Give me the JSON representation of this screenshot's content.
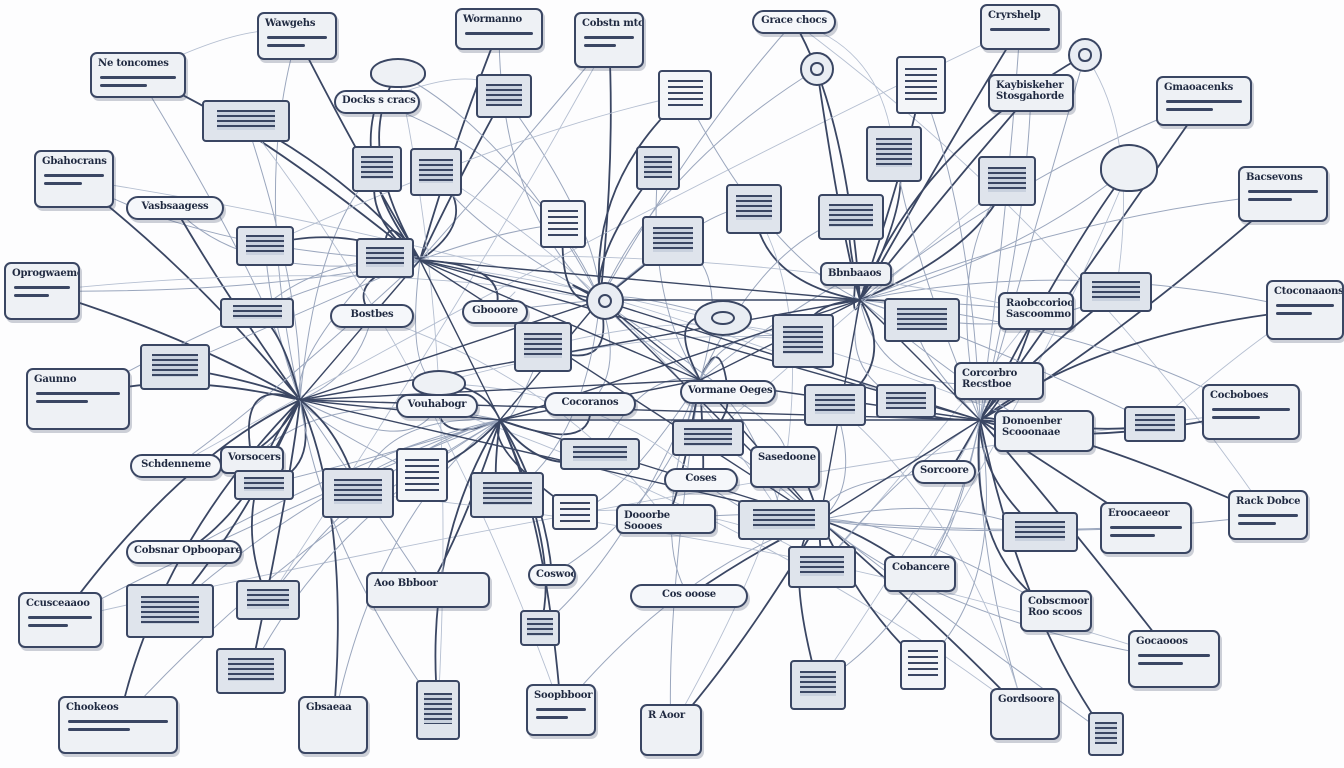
{
  "diagram": {
    "boxes": [
      {
        "key": "b1",
        "label": "Wawgehs",
        "lines": 2
      },
      {
        "key": "b2",
        "label": "Wormanno",
        "lines": 1
      },
      {
        "key": "b3",
        "label": "Cobstn mtcs",
        "lines": 2
      },
      {
        "key": "b4",
        "label": "Grace chocs",
        "lines": 0
      },
      {
        "key": "b5",
        "label": "Cryrshelp",
        "lines": 1
      },
      {
        "key": "b6",
        "label": "Ne toncomes",
        "lines": 2
      },
      {
        "key": "b7",
        "label": "Docks s cracs",
        "lines": 0
      },
      {
        "key": "b8",
        "label": "Kaybiskeher Stosgahorde",
        "lines": 0
      },
      {
        "key": "b9",
        "label": "Gmaoacenks",
        "lines": 2
      },
      {
        "key": "b10",
        "label": "Gbahocrans",
        "lines": 2
      },
      {
        "key": "b11",
        "label": "Vasbsaagess",
        "lines": 0
      },
      {
        "key": "b12",
        "label": "Bacsevons",
        "lines": 2
      },
      {
        "key": "b13",
        "label": "Oprogwaemes",
        "lines": 2
      },
      {
        "key": "b14",
        "label": "Ctoconaaons",
        "lines": 2
      },
      {
        "key": "b15",
        "label": "Bostbes",
        "lines": 0
      },
      {
        "key": "b16",
        "label": "Gbooore",
        "lines": 0
      },
      {
        "key": "b17",
        "label": "Bbnbaaos",
        "lines": 0
      },
      {
        "key": "b18",
        "label": "Gaunno",
        "lines": 2
      },
      {
        "key": "b19",
        "label": "Vouhabogr",
        "lines": 0
      },
      {
        "key": "b20",
        "label": "Cocoranos",
        "lines": 0
      },
      {
        "key": "b21",
        "label": "Vormane Oeges",
        "lines": 0
      },
      {
        "key": "b22",
        "label": "Donoenber Scooonaae",
        "lines": 0
      },
      {
        "key": "b23",
        "label": "Sorcoore",
        "lines": 0
      },
      {
        "key": "b24",
        "label": "Corcorbro Recstboe",
        "lines": 0
      },
      {
        "key": "b25",
        "label": "Raobccoriooo Sascoommo",
        "lines": 0
      },
      {
        "key": "b26",
        "label": "Cocboboes",
        "lines": 2
      },
      {
        "key": "b27",
        "label": "Rack Dobce",
        "lines": 2
      },
      {
        "key": "b28",
        "label": "Schdenneme",
        "lines": 0
      },
      {
        "key": "b29",
        "label": "Vorsocers",
        "lines": 0
      },
      {
        "key": "b30",
        "label": "Cobsnar Opboopare ri",
        "lines": 0
      },
      {
        "key": "b31",
        "label": "Ccusceaaoo",
        "lines": 2
      },
      {
        "key": "b32",
        "label": "Chookeos",
        "lines": 2
      },
      {
        "key": "b33",
        "label": "Gbsaeaa",
        "lines": 0
      },
      {
        "key": "b34",
        "label": "Soopbboor",
        "lines": 2
      },
      {
        "key": "b35",
        "label": "Gocaooos",
        "lines": 2
      },
      {
        "key": "b36",
        "label": "R Aoor",
        "lines": 0
      },
      {
        "key": "b37",
        "label": "Gordsoore",
        "lines": 0
      },
      {
        "key": "b38",
        "label": "Cobscmoor Roo scoos",
        "lines": 0
      },
      {
        "key": "b39",
        "label": "Eroocaeeor",
        "lines": 2
      },
      {
        "key": "b40",
        "label": "Cobancere",
        "lines": 0
      },
      {
        "key": "b41",
        "label": "Cos ooose",
        "lines": 0
      },
      {
        "key": "b42",
        "label": "Coswoooe",
        "lines": 0
      },
      {
        "key": "b43",
        "label": "Dooorbe Soooes",
        "lines": 0
      },
      {
        "key": "b44",
        "label": "Aoo Bbboor",
        "lines": 0
      },
      {
        "key": "b45",
        "label": "Coses",
        "lines": 0
      },
      {
        "key": "b46",
        "label": "Sasedoone",
        "lines": 0
      }
    ],
    "icon_names": [
      "window-icon",
      "gear-icon",
      "cloud-icon",
      "document-icon",
      "server-icon"
    ],
    "colors": {
      "ink": "#3a4663",
      "paper": "#eef1f5",
      "background": "#fdfdfe"
    }
  }
}
